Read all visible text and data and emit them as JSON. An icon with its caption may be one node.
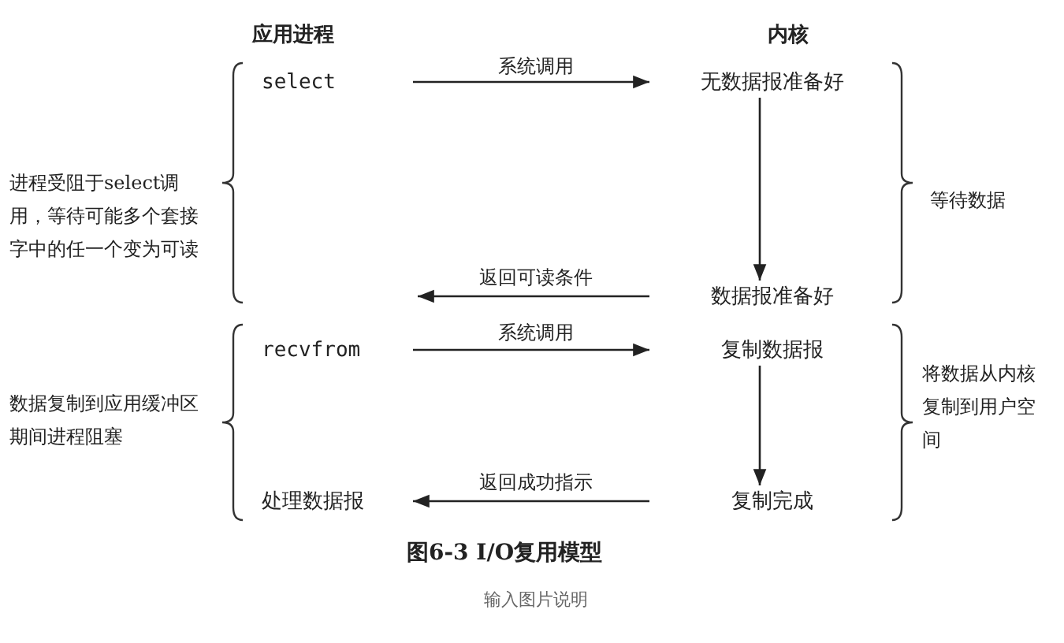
{
  "diagram": {
    "caption": "图6-3 I/O复用模型",
    "nodes": [
      {
        "text": [
          "select"
        ]
      },
      {
        "text": [
          "无数据报准备好"
        ]
      },
      {
        "text": [
          "数据报准备好"
        ]
      },
      {
        "text": [
          "recvfrom"
        ]
      },
      {
        "text": [
          "复制数据报"
        ]
      },
      {
        "text": [
          "复制完成"
        ]
      },
      {
        "text": [
          "处理数据报"
        ]
      }
    ],
    "edges": [
      {
        "from": 0,
        "to": 1,
        "arrow": "to",
        "label": "系统调用"
      },
      {
        "from": 1,
        "to": 2,
        "arrow": "to"
      },
      {
        "from": 2,
        "to": null,
        "arrow": "to",
        "label": "返回可读条件"
      },
      {
        "from": 3,
        "to": 4,
        "arrow": "to",
        "label": "系统调用"
      },
      {
        "from": 4,
        "to": 5,
        "arrow": "to"
      },
      {
        "from": 5,
        "to": 6,
        "arrow": "to",
        "label": "返回成功指示"
      }
    ],
    "labels": [
      "应用进程",
      "内核",
      "进程受阻于select调用，等待可能多个套接字中的任一个变为可读",
      "等待数据",
      "数据复制到应用缓冲区期间进程阻塞",
      "将数据从内核复制到用户空间",
      "输入图片说明"
    ]
  }
}
